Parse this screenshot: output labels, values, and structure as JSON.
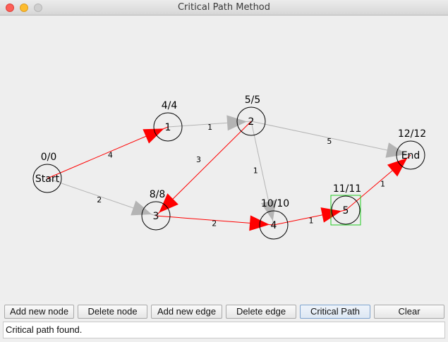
{
  "window": {
    "title": "Critical Path Method"
  },
  "graph": {
    "nodes": [
      {
        "id": "start",
        "label": "Start",
        "times": "0/0"
      },
      {
        "id": "n1",
        "label": "1",
        "times": "4/4"
      },
      {
        "id": "n2",
        "label": "2",
        "times": "5/5"
      },
      {
        "id": "n3",
        "label": "3",
        "times": "8/8"
      },
      {
        "id": "n4",
        "label": "4",
        "times": "10/10"
      },
      {
        "id": "n5",
        "label": "5",
        "times": "11/11"
      },
      {
        "id": "end",
        "label": "End",
        "times": "12/12"
      }
    ],
    "edges": [
      {
        "from": "start",
        "to": "n1",
        "weight": "4",
        "critical": true
      },
      {
        "from": "start",
        "to": "n3",
        "weight": "2",
        "critical": false
      },
      {
        "from": "n1",
        "to": "n2",
        "weight": "1",
        "critical": false
      },
      {
        "from": "n2",
        "to": "end",
        "weight": "5",
        "critical": false
      },
      {
        "from": "n2",
        "to": "n3",
        "weight": "3",
        "critical": true
      },
      {
        "from": "n2",
        "to": "n4",
        "weight": "1",
        "critical": false
      },
      {
        "from": "n3",
        "to": "n4",
        "weight": "2",
        "critical": true
      },
      {
        "from": "n4",
        "to": "n5",
        "weight": "1",
        "critical": true
      },
      {
        "from": "n5",
        "to": "end",
        "weight": "1",
        "critical": true
      }
    ],
    "selected_node": "n5",
    "colors": {
      "critical": "#ff0000",
      "normal": "#b4b4b4",
      "selection": "#22cc22"
    }
  },
  "toolbar": {
    "add_node": "Add new node",
    "delete_node": "Delete node",
    "add_edge": "Add new edge",
    "delete_edge": "Delete edge",
    "critical_path": "Critical Path",
    "clear": "Clear"
  },
  "status": {
    "message": "Critical path found."
  }
}
